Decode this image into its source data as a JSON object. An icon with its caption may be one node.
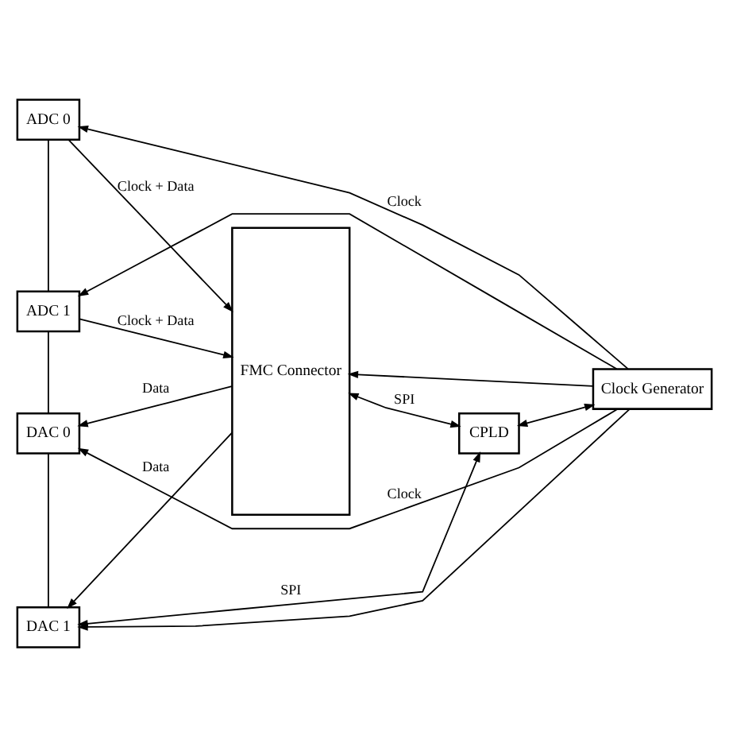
{
  "diagram": {
    "nodes": [
      {
        "text": [
          "ADC 0"
        ]
      },
      {
        "text": [
          "ADC 1"
        ]
      },
      {
        "text": [
          "DAC 0"
        ]
      },
      {
        "text": [
          "DAC 1"
        ]
      },
      {
        "text": [
          "FMC Connector"
        ]
      },
      {
        "text": [
          "Clock Generator"
        ]
      },
      {
        "text": [
          "CPLD"
        ]
      }
    ],
    "edges": [
      {
        "from": 0,
        "to": 4,
        "arrow": "to",
        "label": "Clock + Data"
      },
      {
        "from": 1,
        "to": 4,
        "arrow": "to",
        "label": "Clock + Data"
      },
      {
        "from": 4,
        "to": 2,
        "arrow": "to",
        "label": "Data"
      },
      {
        "from": 4,
        "to": 3,
        "arrow": "to",
        "label": "Data"
      },
      {
        "from": 0,
        "to": 1,
        "arrow": "none"
      },
      {
        "from": 1,
        "to": 2,
        "arrow": "none"
      },
      {
        "from": 2,
        "to": 3,
        "arrow": "none"
      },
      {
        "from": 5,
        "to": 0,
        "arrow": "to",
        "label": "Clock"
      },
      {
        "from": 5,
        "to": 1,
        "arrow": "to"
      },
      {
        "from": 5,
        "to": 2,
        "arrow": "to",
        "label": "Clock"
      },
      {
        "from": 5,
        "to": 3,
        "arrow": "to"
      },
      {
        "from": 5,
        "to": 4,
        "arrow": "to"
      },
      {
        "from": 4,
        "to": 6,
        "arrow": "both",
        "label": "SPI"
      },
      {
        "from": 6,
        "to": 3,
        "arrow": "both",
        "label": "SPI"
      },
      {
        "from": 6,
        "to": 5,
        "arrow": "both"
      }
    ]
  }
}
